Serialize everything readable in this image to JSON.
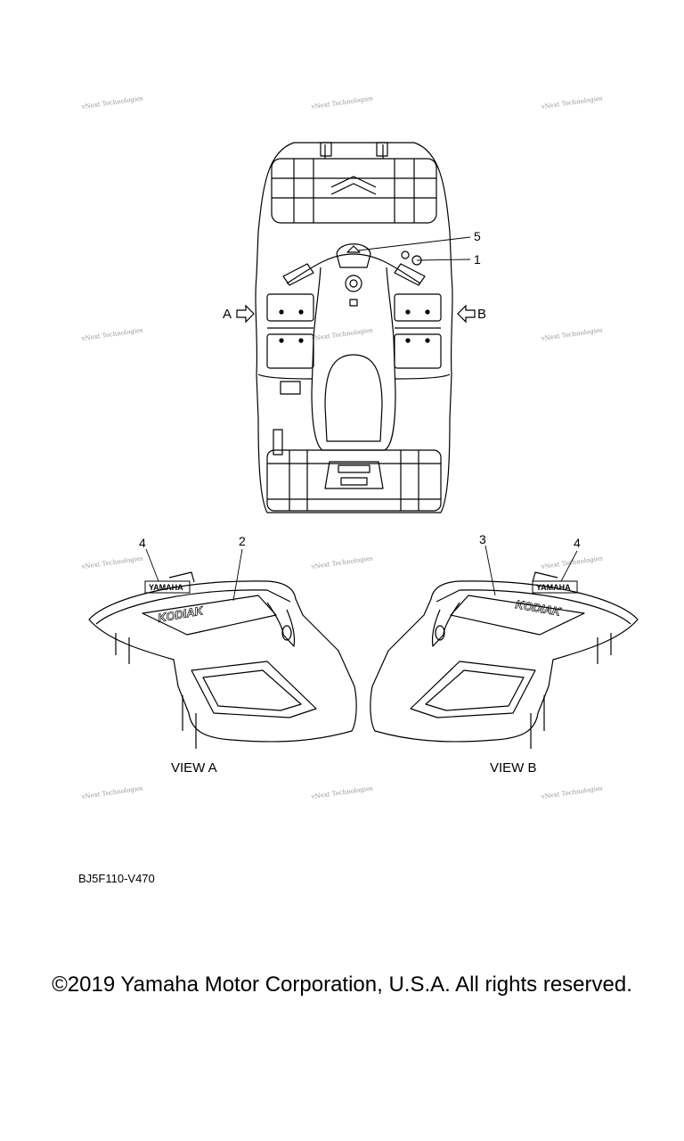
{
  "watermark": "vNext Technologies",
  "callouts": {
    "c1": "1",
    "c2": "2",
    "c3": "3",
    "c4a": "4",
    "c4b": "4",
    "c5": "5"
  },
  "arrows": {
    "a": "A",
    "b": "B"
  },
  "views": {
    "a": "VIEW A",
    "b": "VIEW B"
  },
  "decal_text": {
    "brand": "YAMAHA",
    "model": "KODIAK"
  },
  "diagram_code": "BJ5F110-V470",
  "copyright": "©2019 Yamaha Motor Corporation, U.S.A. All rights reserved."
}
